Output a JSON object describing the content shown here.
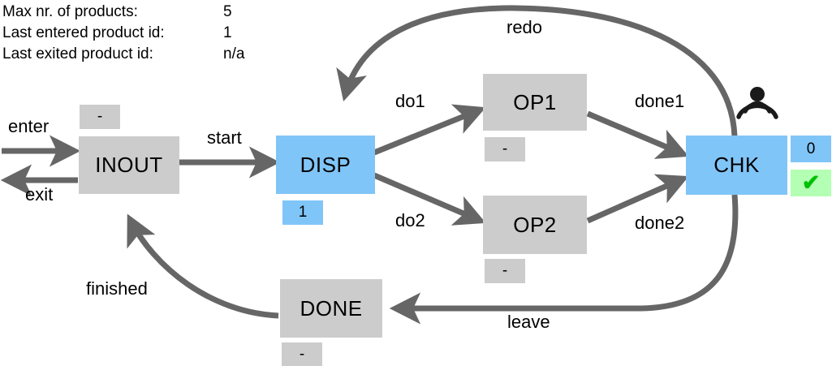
{
  "status": {
    "rows": [
      {
        "label": "Max nr. of products:",
        "value": "5"
      },
      {
        "label": "Last entered product id:",
        "value": "1"
      },
      {
        "label": "Last exited product id:",
        "value": "n/a"
      }
    ]
  },
  "colors": {
    "node_gray": "#cccccc",
    "node_active_blue": "#80c5f8",
    "badge_ok_green": "#b3ffb3",
    "check_green": "#00c000",
    "edge_gray": "#666666",
    "text_black": "#000000"
  },
  "nodes": [
    {
      "id": "inout",
      "label": "INOUT",
      "state": "gray",
      "badge": {
        "text": "-",
        "style": "gray"
      }
    },
    {
      "id": "disp",
      "label": "DISP",
      "state": "blue",
      "badge": {
        "text": "1",
        "style": "blue"
      }
    },
    {
      "id": "op1",
      "label": "OP1",
      "state": "gray",
      "badge": {
        "text": "-",
        "style": "gray"
      }
    },
    {
      "id": "op2",
      "label": "OP2",
      "state": "gray",
      "badge": {
        "text": "-",
        "style": "gray"
      }
    },
    {
      "id": "chk",
      "label": "CHK",
      "state": "blue",
      "badge": {
        "text": "0",
        "style": "blue"
      },
      "badge2": {
        "text": "✔",
        "style": "green"
      },
      "icon": "broadcast-signal-icon"
    },
    {
      "id": "done",
      "label": "DONE",
      "state": "gray",
      "badge": {
        "text": "-",
        "style": "gray"
      }
    }
  ],
  "edges": [
    {
      "id": "enter",
      "label": "enter",
      "from": "external",
      "to": "inout"
    },
    {
      "id": "exit",
      "label": "exit",
      "from": "inout",
      "to": "external"
    },
    {
      "id": "start",
      "label": "start",
      "from": "inout",
      "to": "disp"
    },
    {
      "id": "do1",
      "label": "do1",
      "from": "disp",
      "to": "op1"
    },
    {
      "id": "do2",
      "label": "do2",
      "from": "disp",
      "to": "op2"
    },
    {
      "id": "done1",
      "label": "done1",
      "from": "op1",
      "to": "chk"
    },
    {
      "id": "done2",
      "label": "done2",
      "from": "op2",
      "to": "chk"
    },
    {
      "id": "redo",
      "label": "redo",
      "from": "chk",
      "to": "disp"
    },
    {
      "id": "leave",
      "label": "leave",
      "from": "chk",
      "to": "done"
    },
    {
      "id": "finished",
      "label": "finished",
      "from": "done",
      "to": "inout"
    }
  ]
}
